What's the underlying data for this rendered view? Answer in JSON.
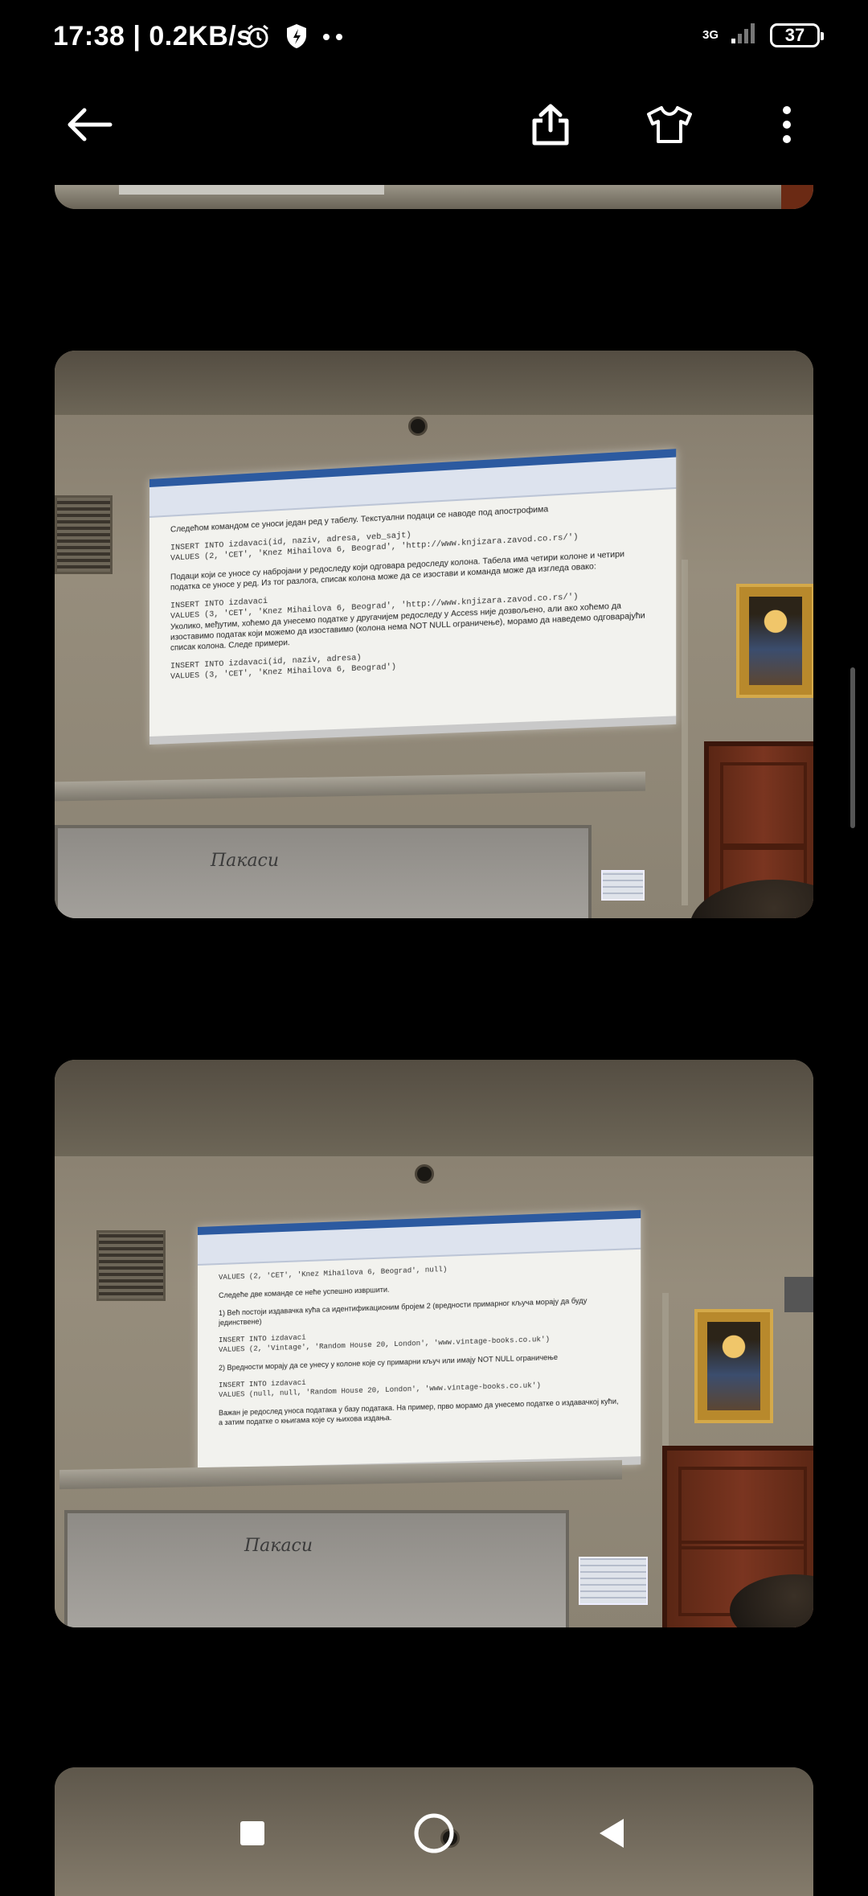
{
  "status_bar": {
    "time": "17:38",
    "network_speed": "0.2KB/s",
    "network_type": "3G",
    "battery": "37",
    "icons": [
      "alarm-icon",
      "shield-bolt-icon",
      "more-dots-icon",
      "signal-icon",
      "battery-icon"
    ]
  },
  "app_bar": {
    "buttons": [
      "back-arrow-icon",
      "share-icon",
      "tshirt-icon",
      "more-vert-icon"
    ]
  },
  "photo_1": {
    "screen_line_1": "Следећом командом се уноси један ред у табелу. Текстуални подаци се наводе под апострофима",
    "screen_code_1a": "INSERT INTO izdavaci(id, naziv, adresa, veb_sajt)",
    "screen_code_1b": "VALUES (2, 'CET', 'Knez Mihailova 6, Beograd', 'http://www.knjizara.zavod.co.rs/')",
    "screen_para_2": "Подаци који се уносе су набројани у редоследу који одговара редоследу колона. Табела има четири колоне и четири податка се уносе у ред. Из тог разлога, списак колона може да се изостави и команда може да изгледа овако:",
    "screen_code_2a": "INSERT INTO izdavaci",
    "screen_code_2b": "VALUES (3, 'CET', 'Knez Mihailova 6, Beograd', 'http://www.knjizara.zavod.co.rs/')",
    "screen_para_3": "Уколико, међутим, хоћемо да унесемо податке у другачијем редоследу у Access није дозвољено, али ако хоћемо да изоставимо податак који можемо да изоставимо (колона нема NOT NULL ограничење), морамо да наведемо одговарајући списак колона. Следе примери.",
    "screen_code_3a": "INSERT INTO izdavaci(id, naziv, adresa)",
    "screen_code_3b": "VALUES (3, 'CET', 'Knez Mihailova 6, Beograd')",
    "board_text": "Пакаси"
  },
  "photo_2": {
    "screen_code_0": "VALUES (2, 'CET', 'Knez Mihailova 6, Beograd', null)",
    "screen_line_1": "Следеће две команде се неће успешно извршити.",
    "screen_para_1": "1) Већ постоји издавачка кућа са идентификационим бројем 2 (вредности примарног кључа морају да буду јединствене)",
    "screen_code_1a": "INSERT INTO izdavaci",
    "screen_code_1b": "VALUES (2, 'Vintage', 'Random House 20, London', 'www.vintage-books.co.uk')",
    "screen_para_2": "2) Вредности морају да се унесу у колоне које су примарни кључ или имају NOT NULL ограничење",
    "screen_code_2a": "INSERT INTO izdavaci",
    "screen_code_2b": "VALUES (null, null, 'Random House 20, London', 'www.vintage-books.co.uk')",
    "screen_para_3": "Важан је редослед уноса података у базу података. На пример, прво морамо да унесемо податке о издавачкој кући, а затим податке о књигама које су њихова издања.",
    "board_text": "Пакаси"
  },
  "nav_bar": {
    "buttons": [
      "recents-square-icon",
      "home-circle-icon",
      "back-triangle-icon"
    ]
  }
}
